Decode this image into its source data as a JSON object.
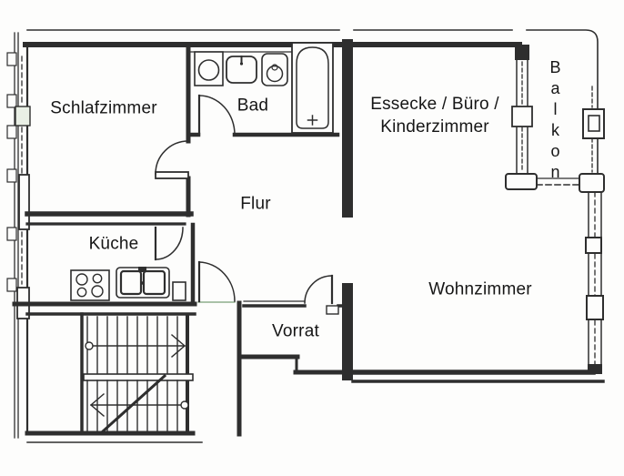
{
  "document_type": "floor-plan",
  "rooms": {
    "schlafzimmer": {
      "label": "Schlafzimmer"
    },
    "bad": {
      "label": "Bad"
    },
    "essecke": {
      "label_line1": "Essecke / Büro /",
      "label_line2": "Kinderzimmer"
    },
    "balkon": {
      "label": "Balkon"
    },
    "flur": {
      "label": "Flur"
    },
    "kueche": {
      "label": "Küche"
    },
    "wohnzimmer": {
      "label": "Wohnzimmer"
    },
    "vorrat": {
      "label": "Vorrat"
    }
  },
  "fixtures": [
    "washing-machine",
    "washbasin",
    "toilet",
    "bathtub",
    "kitchen-stove",
    "kitchen-sink",
    "staircase",
    "balcony-railing",
    "radiator",
    "entry-door"
  ],
  "colors": {
    "background": "#fdfdfc",
    "wall_line": "#2e2e2e",
    "text": "#161616",
    "threshold_green": "#8fae8c"
  }
}
